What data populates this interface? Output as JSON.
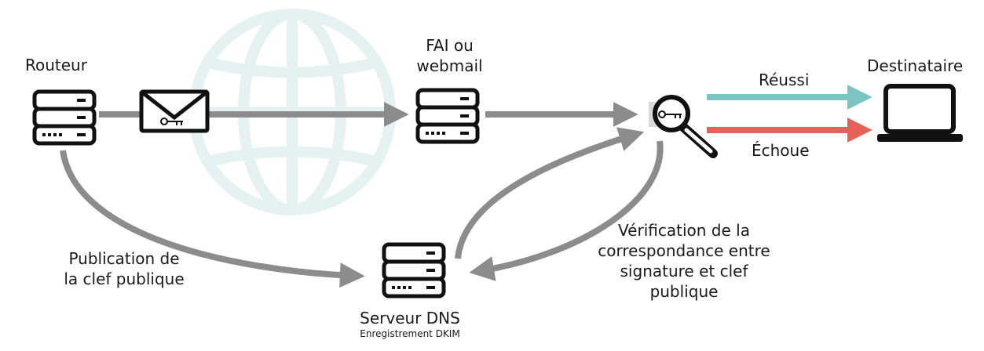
{
  "nodes": {
    "router": {
      "label": "Routeur",
      "icon": "server-icon"
    },
    "isp": {
      "label_line1": "FAI ou",
      "label_line2": "webmail",
      "icon": "server-icon"
    },
    "recipient": {
      "label": "Destinataire",
      "icon": "laptop-icon"
    },
    "dns": {
      "label": "Serveur DNS",
      "sublabel": "Enregistrement DKIM",
      "icon": "server-icon"
    },
    "checker": {
      "icon": "magnifier-key-icon"
    }
  },
  "message": {
    "icon": "envelope-key-icon"
  },
  "background": {
    "icon": "globe-icon",
    "color": "#e5f2f1"
  },
  "outcomes": {
    "success": {
      "label": "Réussi",
      "color": "#7cc4c1"
    },
    "failure": {
      "label": "Échoue",
      "color": "#e5625a"
    }
  },
  "publish": {
    "line1": "Publication de",
    "line2": "la clef publique"
  },
  "verify": {
    "line1": "Vérification de la",
    "line2": "correspondance entre",
    "line3": "signature et clef",
    "line4": "publique"
  },
  "arrow_color": "#8c8c8c"
}
